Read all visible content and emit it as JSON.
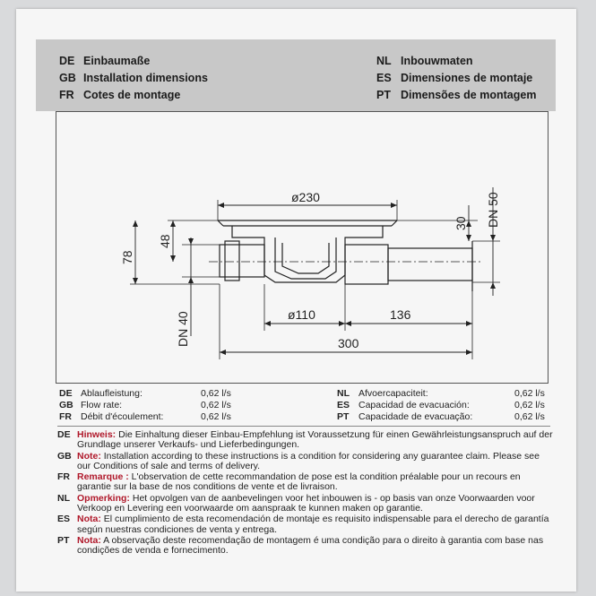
{
  "header": {
    "rows": [
      {
        "code": "DE",
        "label": "Einbaumaße",
        "code2": "NL",
        "label2": "Inbouwmaten"
      },
      {
        "code": "GB",
        "label": "Installation dimensions",
        "code2": "ES",
        "label2": "Dimensiones de montaje"
      },
      {
        "code": "FR",
        "label": "Cotes de montage",
        "code2": "PT",
        "label2": "Dimensões de montagem"
      }
    ]
  },
  "drawing": {
    "dia_230": "ø230",
    "dn50": "DN 50",
    "dim_30": "30",
    "dim_48": "48",
    "dim_78": "78",
    "dn40": "DN 40",
    "dia_110": "ø110",
    "dim_136": "136",
    "dim_300": "300"
  },
  "flow": [
    {
      "code": "DE",
      "label": "Ablaufleistung:",
      "value": "0,62 l/s",
      "code2": "NL",
      "label2": "Afvoercapaciteit:",
      "value2": "0,62 l/s"
    },
    {
      "code": "GB",
      "label": "Flow rate:",
      "value": "0,62 l/s",
      "code2": "ES",
      "label2": "Capacidad de evacuación:",
      "value2": "0,62 l/s"
    },
    {
      "code": "FR",
      "label": "Débit d'écoulement:",
      "value": "0,62 l/s",
      "code2": "PT",
      "label2": "Capacidade de evacuação:",
      "value2": "0,62 l/s"
    }
  ],
  "notes": [
    {
      "code": "DE",
      "keyword": "Hinweis:",
      "text": " Die Einhaltung dieser Einbau-Empfehlung ist Voraussetzung für einen Gewährleistungsanspruch auf der Grundlage unserer Verkaufs- und Lieferbedingungen."
    },
    {
      "code": "GB",
      "keyword": "Note:",
      "text": " Installation according to these instructions is a condition for considering any guarantee claim. Please see our Conditions of sale and terms of delivery."
    },
    {
      "code": "FR",
      "keyword": "Remarque :",
      "text": " L'observation de cette recommandation de pose est la condition préalable pour un recours en garantie sur la base de nos conditions de vente et de livraison."
    },
    {
      "code": "NL",
      "keyword": "Opmerking:",
      "text": " Het opvolgen van de aanbevelingen voor het inbouwen is - op basis van onze Voorwaarden voor Verkoop en Levering een voorwaarde om aanspraak te kunnen maken op garantie."
    },
    {
      "code": "ES",
      "keyword": "Nota:",
      "text": " El cumplimiento de esta recomendación de montaje es requisito indispensable para el derecho de garantía según nuestras condiciones de venta y entrega."
    },
    {
      "code": "PT",
      "keyword": "Nota:",
      "text": " A observação deste recomendação de montagem é uma condição para o direito à garantia com base nas condições de venda e fornecimento."
    }
  ]
}
